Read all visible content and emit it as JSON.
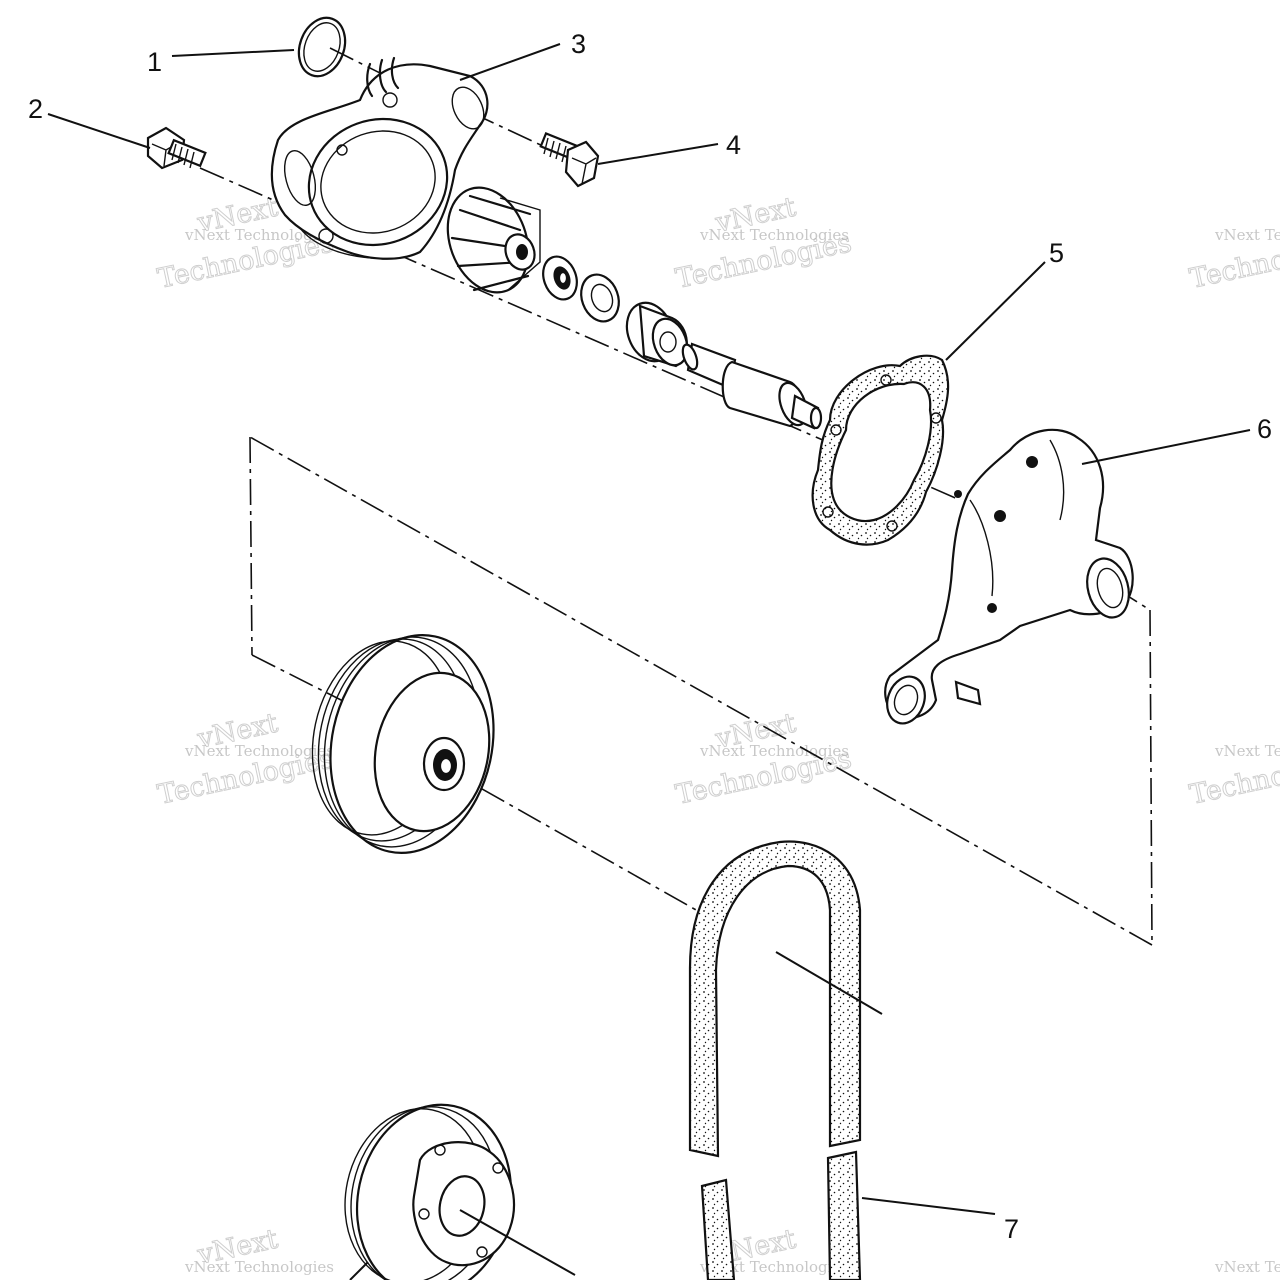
{
  "callouts": [
    {
      "id": "c1",
      "label": "1"
    },
    {
      "id": "c2",
      "label": "2"
    },
    {
      "id": "c3",
      "label": "3"
    },
    {
      "id": "c4",
      "label": "4"
    },
    {
      "id": "c5",
      "label": "5"
    },
    {
      "id": "c6",
      "label": "6"
    },
    {
      "id": "c7",
      "label": "7"
    }
  ],
  "watermark": {
    "line1": "vNext Technologies",
    "line2a": "vNext",
    "line2b": "Technologies"
  }
}
